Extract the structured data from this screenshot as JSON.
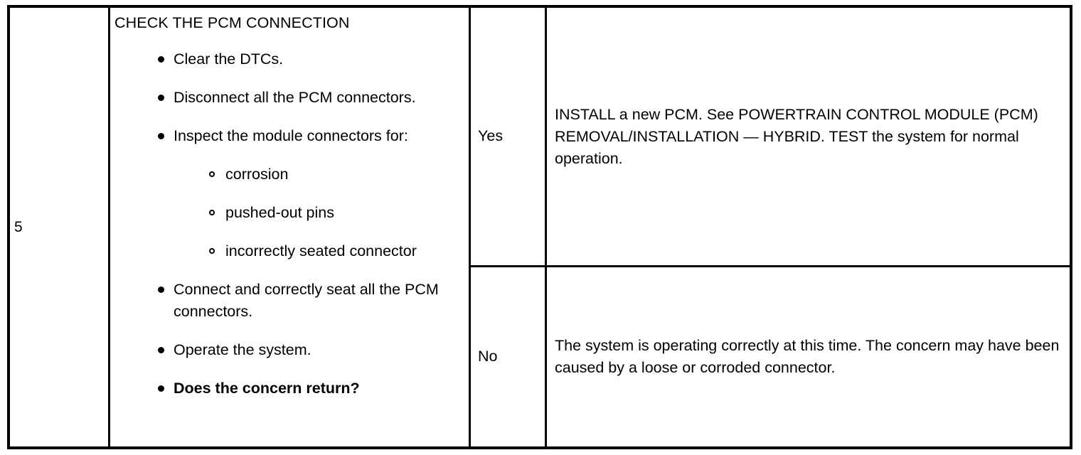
{
  "document": {
    "type": "diagnostic-procedure-table",
    "background_color": "#ffffff",
    "text_color": "#000000",
    "border_color": "#000000"
  },
  "row": {
    "step_number": "5",
    "action": {
      "title": "CHECK THE PCM CONNECTION",
      "bullets": [
        {
          "text": "Clear the DTCs.",
          "bold": false,
          "sub_items": []
        },
        {
          "text": "Disconnect all the PCM connectors.",
          "bold": false,
          "sub_items": []
        },
        {
          "text": "Inspect the module connectors for:",
          "bold": false,
          "sub_items": [
            "corrosion",
            "pushed-out pins",
            "incorrectly seated connector"
          ]
        },
        {
          "text": "Connect and correctly seat all the PCM connectors.",
          "bold": false,
          "sub_items": []
        },
        {
          "text": "Operate the system.",
          "bold": false,
          "sub_items": []
        },
        {
          "text": "Does the concern return?",
          "bold": true,
          "sub_items": []
        }
      ]
    },
    "outcomes": [
      {
        "answer": "Yes",
        "result": "INSTALL a new PCM. See POWERTRAIN CONTROL MODULE (PCM) REMOVAL/INSTALLATION — HYBRID. TEST the system for normal operation."
      },
      {
        "answer": "No",
        "result": "The system is operating correctly at this time. The concern may have been caused by a loose or corroded connector."
      }
    ]
  }
}
